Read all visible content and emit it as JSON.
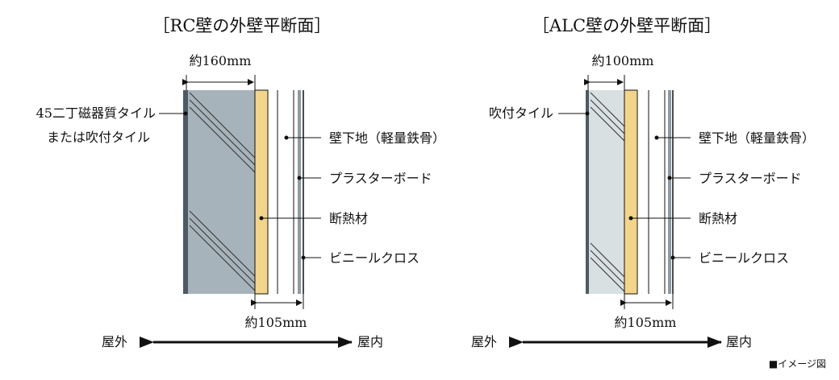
{
  "rc": {
    "title": "［RC壁の外壁平断面］",
    "dim_top": "約160mm",
    "dim_bottom": "約105mm",
    "left_label_line1": "45二丁磁器質タイル",
    "left_label_line2": "または吹付タイル",
    "labels": [
      "壁下地（軽量鉄骨）",
      "プラスターボード",
      "断熱材",
      "ビニールクロス"
    ],
    "arrow_left": "屋外",
    "arrow_right": "屋内"
  },
  "alc": {
    "title": "［ALC壁の外壁平断面］",
    "dim_top": "約100mm",
    "dim_bottom": "約105mm",
    "left_label": "吹付タイル",
    "labels": [
      "壁下地（軽量鉄骨）",
      "プラスターボード",
      "断熱材",
      "ビニールクロス"
    ],
    "arrow_left": "屋外",
    "arrow_right": "屋内"
  },
  "note": "■イメージ図",
  "colors": {
    "rc_wall": "#a7b3ba",
    "alc_wall": "#d9e0e2",
    "tile_strip": "#4d5a63",
    "insulation": "#f2d58b",
    "finish_layer": "#8e9aa2",
    "line": "#111111"
  }
}
